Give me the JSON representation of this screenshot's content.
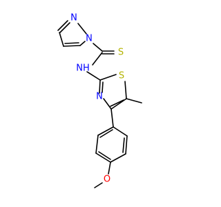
{
  "molecule": {
    "atoms": {
      "n_imid_top": "N",
      "n_imid_ring": "N",
      "s_thione": "S",
      "n_amide": "NH",
      "s_thiazole": "S",
      "n_thiazole": "N",
      "o_methoxy": "O"
    },
    "colors": {
      "nitrogen": "#0000ff",
      "sulfur": "#b3b300",
      "oxygen": "#ff0000",
      "bond": "#000000"
    }
  }
}
